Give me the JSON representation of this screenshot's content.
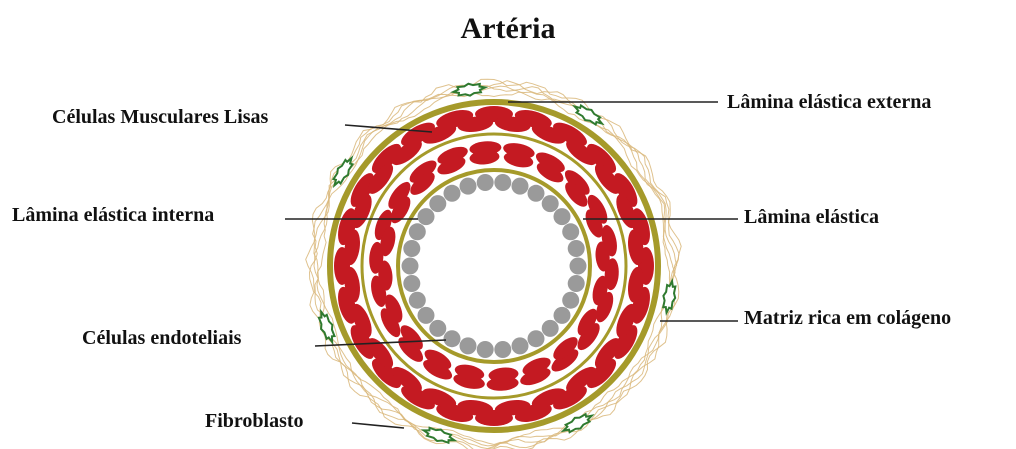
{
  "diagram": {
    "title": "Artéria",
    "labels": {
      "smooth_muscle": "Células Musculares Lisas",
      "external_elastic": "Lâmina elástica externa",
      "internal_elastic": "Lâmina elástica interna",
      "elastic": "Lâmina elástica",
      "endothelial": "Células endoteliais",
      "collagen_matrix": "Matriz rica em colágeno",
      "fibroblast": "Fibroblasto"
    },
    "colors": {
      "smooth_muscle": "#c41a22",
      "elastic_lamina": "#a59a2a",
      "endothelial": "#9a9a9a",
      "collagen": "#d9b77a",
      "fibroblast_outline": "#2f7a2f",
      "leader_line": "#222222"
    }
  }
}
